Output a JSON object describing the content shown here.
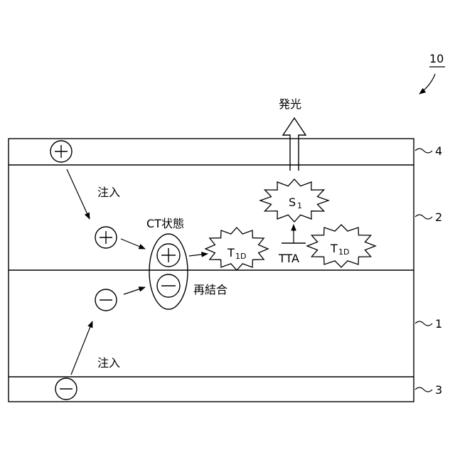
{
  "figure": {
    "ref_main": "10",
    "ref_layers": {
      "anode": "4",
      "emitting": "2",
      "transport": "1",
      "cathode": "3"
    }
  },
  "labels": {
    "emission": "発光",
    "injection_top": "注入",
    "injection_bottom": "注入",
    "ct_state": "CT状態",
    "recombination": "再結合",
    "tta": "TTA"
  },
  "species": {
    "singlet": {
      "main": "S",
      "sub": "1"
    },
    "triplet_left": {
      "main": "T",
      "sub": "1D"
    },
    "triplet_right": {
      "main": "T",
      "sub": "1D"
    }
  },
  "symbols": {
    "hole": "+",
    "electron": "−"
  }
}
